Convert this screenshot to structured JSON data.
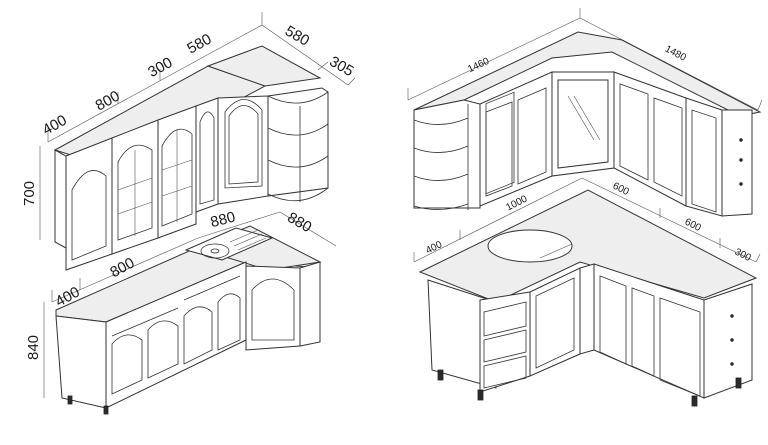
{
  "left_drawing": {
    "upper_widths": [
      "400",
      "800",
      "300",
      "580"
    ],
    "upper_right_widths": [
      "580",
      "305"
    ],
    "upper_height": "700",
    "lower_widths": [
      "400",
      "800"
    ],
    "lower_right_widths": [
      "880",
      "880"
    ],
    "lower_height": "840"
  },
  "right_drawing": {
    "upper_widths": [
      "1460",
      "1480"
    ],
    "lower_widths": [
      "400",
      "1000",
      "600",
      "600",
      "300"
    ]
  }
}
